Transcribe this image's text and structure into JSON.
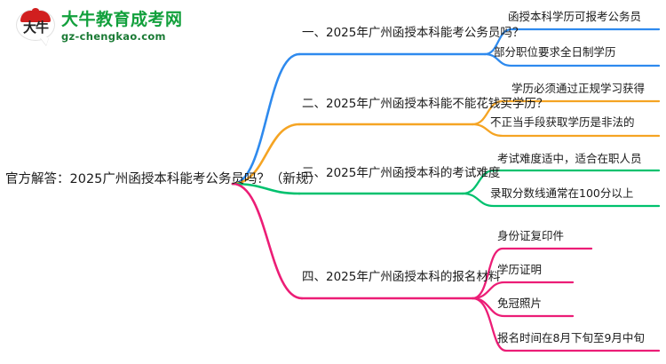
{
  "logo": {
    "mark_glyph": "大牛",
    "name": "大牛教育成考网",
    "url": "gz-chengkao.com",
    "brand_color": "#12a03c",
    "cap_color": "#d11f1f"
  },
  "mindmap": {
    "type": "mindmap",
    "root": {
      "label": "官方解答：2025广州函授本科能考公务员吗？（新规）"
    },
    "branches": [
      {
        "label": "一、2025年广州函授本科能考公务员吗？",
        "color": "#2e8aee",
        "leaves": [
          {
            "label": "函授本科学历可报考公务员"
          },
          {
            "label": "部分职位要求全日制学历"
          }
        ]
      },
      {
        "label": "二、2025年广州函授本科能不能花钱买学历？",
        "color": "#f5a423",
        "leaves": [
          {
            "label": "学历必须通过正规学习获得"
          },
          {
            "label": "不正当手段获取学历是非法的"
          }
        ]
      },
      {
        "label": "三、2025年广州函授本科的考试难度",
        "color": "#00c16e",
        "leaves": [
          {
            "label": "考试难度适中，适合在职人员"
          },
          {
            "label": "录取分数线通常在100分以上"
          }
        ]
      },
      {
        "label": "四、2025年广州函授本科的报名材料",
        "color": "#ec1d76",
        "leaves": [
          {
            "label": "身份证复印件"
          },
          {
            "label": "学历证明"
          },
          {
            "label": "免冠照片"
          },
          {
            "label": "报名时间在8月下旬至9月中旬"
          }
        ]
      }
    ]
  }
}
